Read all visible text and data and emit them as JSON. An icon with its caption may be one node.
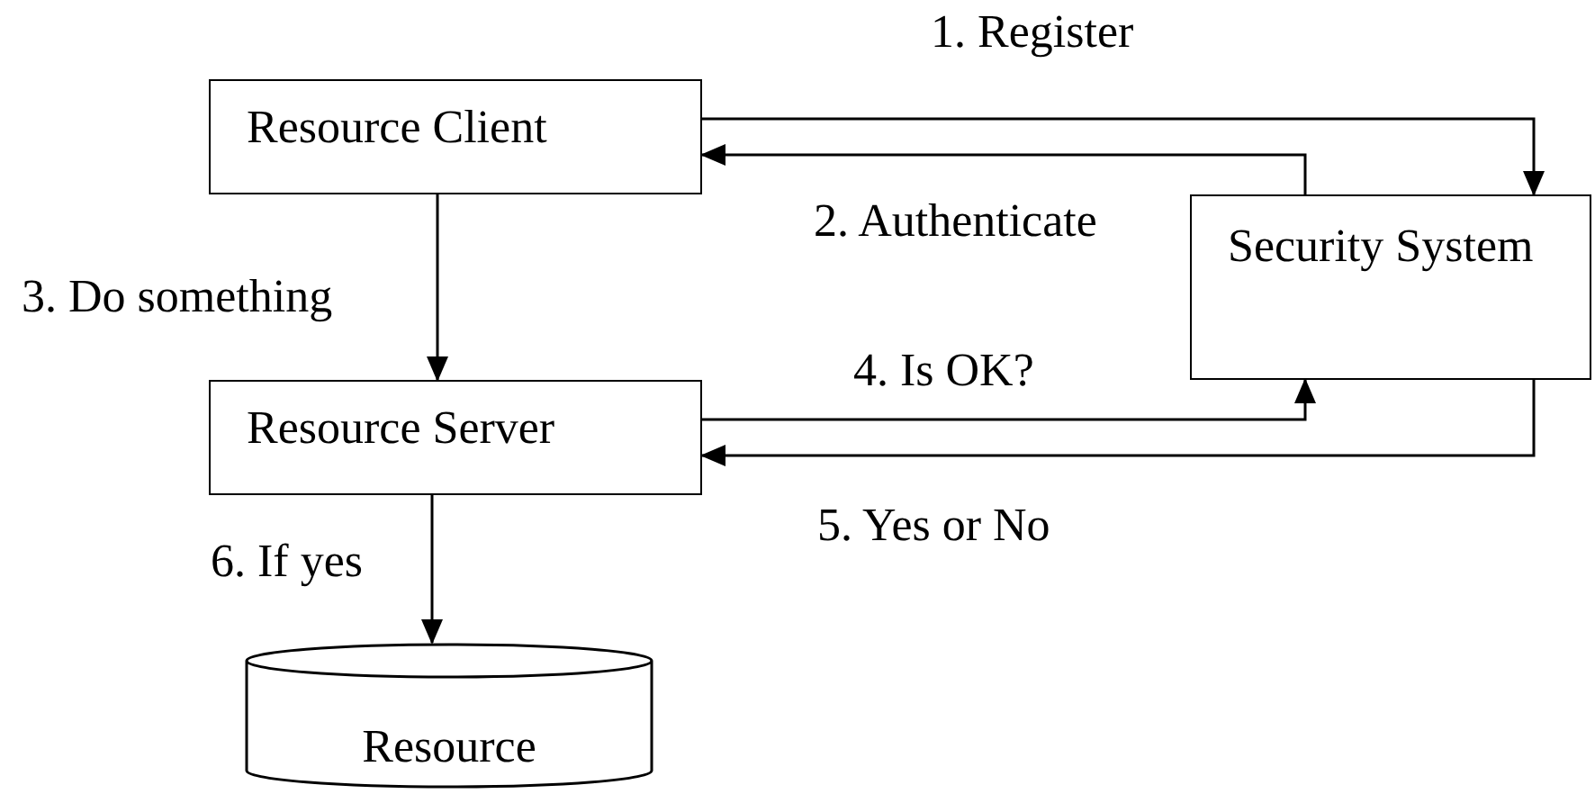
{
  "diagram": {
    "nodes": [
      {
        "text": [
          "Resource Client"
        ]
      },
      {
        "text": [
          "Security System"
        ]
      },
      {
        "text": [
          "Resource Server"
        ]
      },
      {
        "text": [
          "Resource"
        ]
      }
    ],
    "edges": [
      {
        "from": 0,
        "to": 1,
        "arrow": "to",
        "label": "1. Register"
      },
      {
        "from": 1,
        "to": 0,
        "arrow": "to",
        "label": "2. Authenticate"
      },
      {
        "from": 0,
        "to": 2,
        "arrow": "to",
        "label": "3. Do something"
      },
      {
        "from": 2,
        "to": 1,
        "arrow": "to",
        "label": "4. Is OK?"
      },
      {
        "from": 1,
        "to": 2,
        "arrow": "to",
        "label": "5. Yes or No"
      },
      {
        "from": 2,
        "to": 3,
        "arrow": "to",
        "label": "6. If yes"
      }
    ]
  }
}
